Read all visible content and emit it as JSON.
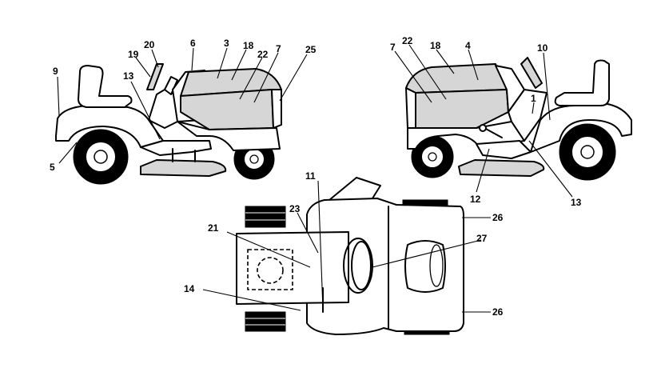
{
  "diagram": {
    "callouts": [
      {
        "id": "c-left-9",
        "text": "9"
      },
      {
        "id": "c-left-19",
        "text": "19"
      },
      {
        "id": "c-left-20",
        "text": "20"
      },
      {
        "id": "c-left-6",
        "text": "6"
      },
      {
        "id": "c-left-3",
        "text": "3"
      },
      {
        "id": "c-left-18",
        "text": "18"
      },
      {
        "id": "c-left-22",
        "text": "22"
      },
      {
        "id": "c-left-7",
        "text": "7"
      },
      {
        "id": "c-left-25",
        "text": "25"
      },
      {
        "id": "c-left-13",
        "text": "13"
      },
      {
        "id": "c-left-5",
        "text": "5"
      },
      {
        "id": "c-right-7",
        "text": "7"
      },
      {
        "id": "c-right-22",
        "text": "22"
      },
      {
        "id": "c-right-18",
        "text": "18"
      },
      {
        "id": "c-right-4",
        "text": "4"
      },
      {
        "id": "c-right-10",
        "text": "10"
      },
      {
        "id": "c-right-1",
        "text": "1"
      },
      {
        "id": "c-right-12",
        "text": "12"
      },
      {
        "id": "c-right-13",
        "text": "13"
      },
      {
        "id": "c-top-11",
        "text": "11"
      },
      {
        "id": "c-top-23",
        "text": "23"
      },
      {
        "id": "c-top-21",
        "text": "21"
      },
      {
        "id": "c-top-14",
        "text": "14"
      },
      {
        "id": "c-top-26a",
        "text": "26"
      },
      {
        "id": "c-top-27",
        "text": "27"
      },
      {
        "id": "c-top-26b",
        "text": "26"
      }
    ]
  }
}
